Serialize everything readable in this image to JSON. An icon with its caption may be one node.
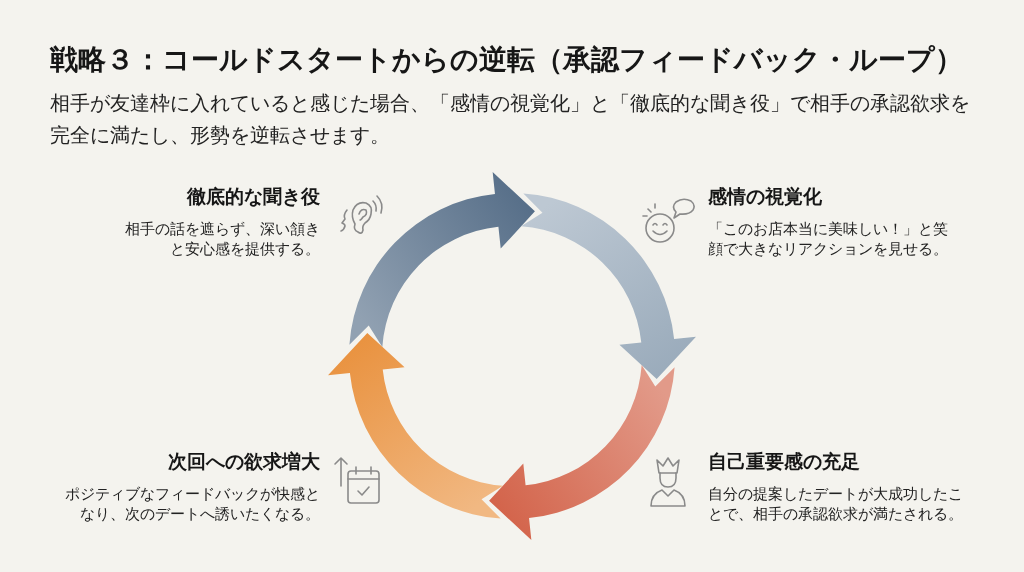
{
  "diagram": {
    "title": "戦略３：コールドスタートからの逆転（承認フィードバック・ループ）",
    "nodes": [
      {
        "text": [
          "徹底的な聞き役",
          "相手の話を遮らず、深い頷きと安心感を提供する。"
        ]
      },
      {
        "text": [
          "感情の視覚化",
          "「このお店本当に美味しい！」と笑顔で大きなリアクションを見せる。"
        ]
      },
      {
        "text": [
          "次回への欲求増大",
          "ポジティブなフィードバックが快感となり、次のデートへ誘いたくなる。"
        ]
      },
      {
        "text": [
          "自己重要感の充足",
          "自分の提案したデートが大成功したことで、相手の承認欲求が満たされる。"
        ]
      }
    ],
    "edges": [
      {
        "from": 0,
        "to": 1,
        "arrow": "to",
        "style": "thick",
        "color": "#566e88"
      },
      {
        "from": 1,
        "to": 3,
        "arrow": "to",
        "style": "thick",
        "color": "#9aabbb"
      },
      {
        "from": 3,
        "to": 2,
        "arrow": "to",
        "style": "thick",
        "color": "#d3634a"
      },
      {
        "from": 2,
        "to": 0,
        "arrow": "to",
        "style": "thick",
        "color": "#e9923f"
      }
    ],
    "labels": [
      "相手が友達枠に入れていると感じた場合、「感情の視覚化」と「徹底的な聞き役」で相手の承認欲求を完全に満たし、形勢を逆転させます。"
    ]
  }
}
